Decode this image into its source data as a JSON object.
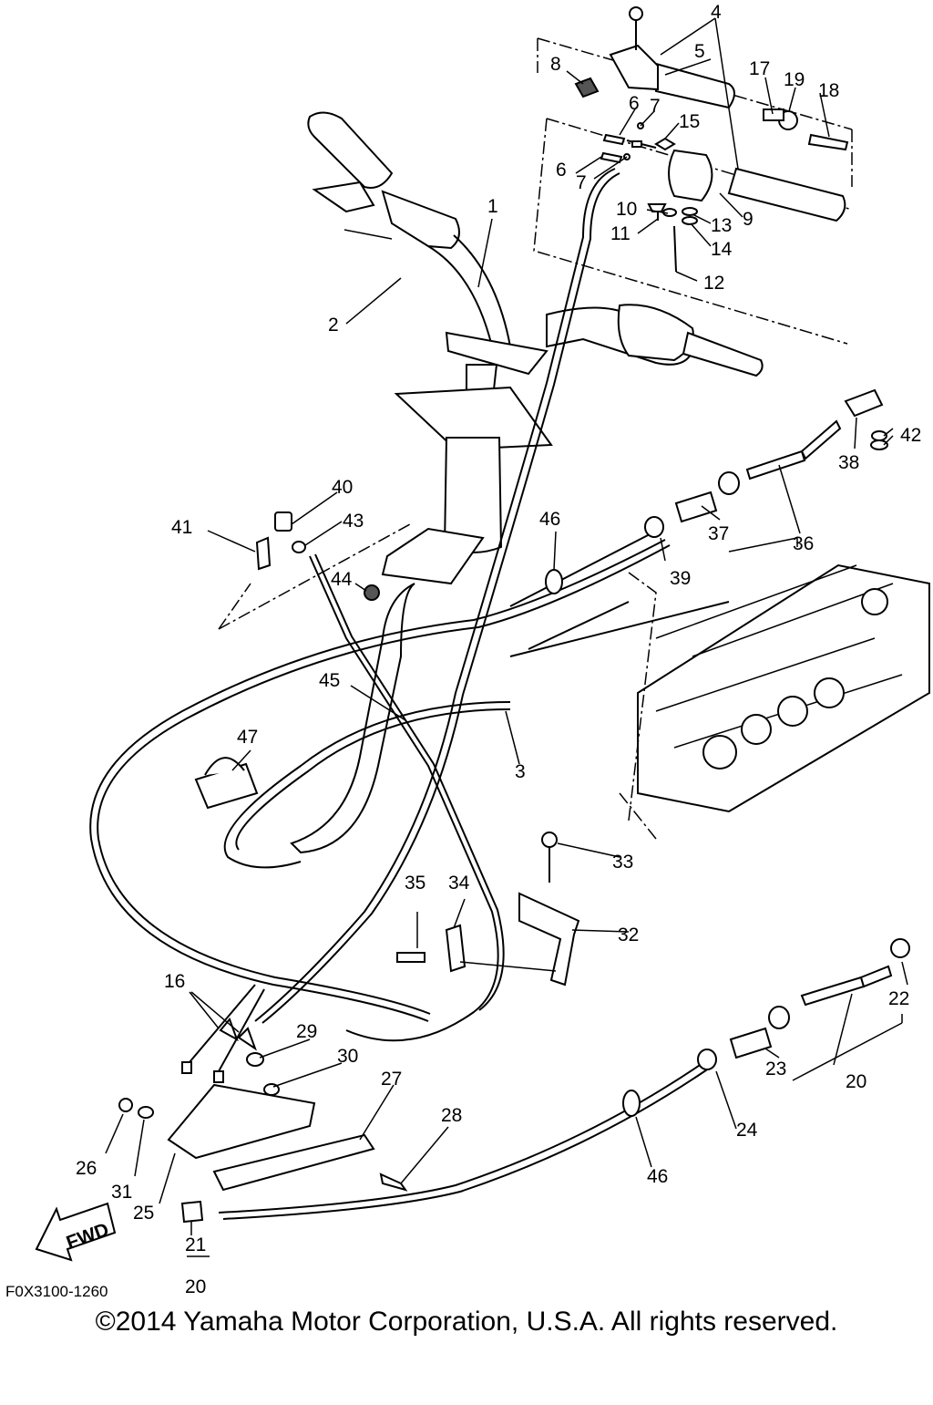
{
  "diagram": {
    "callouts": [
      "1",
      "2",
      "3",
      "4",
      "5",
      "6",
      "7",
      "8",
      "9",
      "10",
      "11",
      "12",
      "13",
      "14",
      "15",
      "16",
      "17",
      "18",
      "19",
      "20",
      "21",
      "22",
      "23",
      "24",
      "25",
      "26",
      "27",
      "28",
      "29",
      "30",
      "31",
      "32",
      "33",
      "34",
      "35",
      "36",
      "37",
      "38",
      "39",
      "40",
      "41",
      "42",
      "43",
      "44",
      "45",
      "46",
      "47"
    ],
    "fwd_label": "FWD",
    "drawing_code": "F0X3100-1260",
    "copyright": "©2014 Yamaha Motor Corporation, U.S.A. All rights reserved."
  }
}
